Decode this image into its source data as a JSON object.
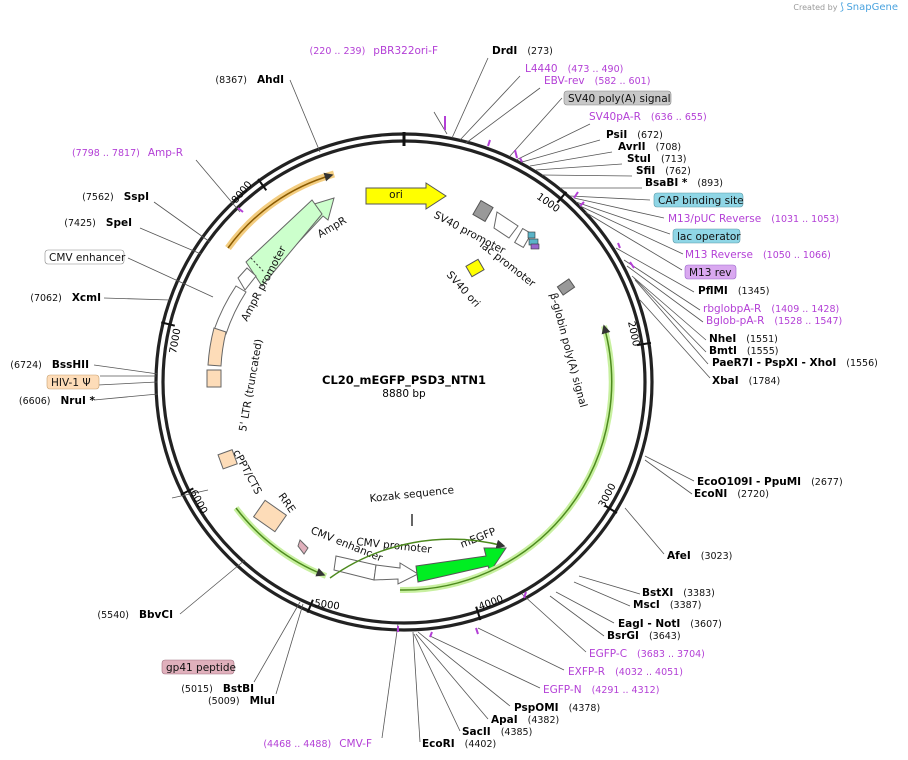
{
  "header": {
    "created_by": "Created by",
    "brand": "SnapGene"
  },
  "plasmid": {
    "name": "CL20_mEGFP_PSD3_NTN1",
    "size": "8880 bp"
  },
  "ticks": [
    "1000",
    "2000",
    "3000",
    "4000",
    "5000",
    "7000",
    "8000",
    "6000"
  ],
  "sites": [
    {
      "name": "DrdI",
      "coord": "(273)"
    },
    {
      "name": "PsiI",
      "coord": "(672)"
    },
    {
      "name": "AvrII",
      "coord": "(708)"
    },
    {
      "name": "StuI",
      "coord": "(713)"
    },
    {
      "name": "SfiI",
      "coord": "(762)"
    },
    {
      "name": "BsaBI *",
      "coord": "(893)"
    },
    {
      "name": "PflMI",
      "coord": "(1345)"
    },
    {
      "name": "NheI",
      "coord": "(1551)"
    },
    {
      "name": "BmtI",
      "coord": "(1555)"
    },
    {
      "name": "PaeR7I  - PspXI  - XhoI",
      "coord": "(1556)"
    },
    {
      "name": "XbaI",
      "coord": "(1784)"
    },
    {
      "name": "EcoO109I  - PpuMI",
      "coord": "(2677)"
    },
    {
      "name": "EcoNI",
      "coord": "(2720)"
    },
    {
      "name": "AfeI",
      "coord": "(3023)"
    },
    {
      "name": "BstXI",
      "coord": "(3383)"
    },
    {
      "name": "MscI",
      "coord": "(3387)"
    },
    {
      "name": "EagI  - NotI",
      "coord": "(3607)"
    },
    {
      "name": "BsrGI",
      "coord": "(3643)"
    },
    {
      "name": "PspOMI",
      "coord": "(4378)"
    },
    {
      "name": "ApaI",
      "coord": "(4382)"
    },
    {
      "name": "SacII",
      "coord": "(4385)"
    },
    {
      "name": "EcoRI",
      "coord": "(4402)"
    },
    {
      "name": "BbvCI",
      "coord": "(5540)"
    },
    {
      "name": "BstBI",
      "coord": "(5015)"
    },
    {
      "name": "MluI",
      "coord": "(5009)"
    },
    {
      "name": "NruI *",
      "coord": "(6606)"
    },
    {
      "name": "BssHII",
      "coord": "(6724)"
    },
    {
      "name": "XcmI",
      "coord": "(7062)"
    },
    {
      "name": "SpeI",
      "coord": "(7425)"
    },
    {
      "name": "SspI",
      "coord": "(7562)"
    },
    {
      "name": "AhdI",
      "coord": "(8367)"
    }
  ],
  "primers": [
    {
      "name": "pBR322ori-F",
      "coord": "(220 .. 239)"
    },
    {
      "name": "L4440",
      "coord": "(473 .. 490)"
    },
    {
      "name": "EBV-rev",
      "coord": "(582 .. 601)"
    },
    {
      "name": "SV40pA-R",
      "coord": "(636 .. 655)"
    },
    {
      "name": "M13/pUC Reverse",
      "coord": "(1031 .. 1053)"
    },
    {
      "name": "M13 Reverse",
      "coord": "(1050 .. 1066)"
    },
    {
      "name": "rbglobpA-R",
      "coord": "(1409 .. 1428)"
    },
    {
      "name": "Bglob-pA-R",
      "coord": "(1528 .. 1547)"
    },
    {
      "name": "EGFP-C",
      "coord": "(3683 .. 3704)"
    },
    {
      "name": "EXFP-R",
      "coord": "(4032 .. 4051)"
    },
    {
      "name": "EGFP-N",
      "coord": "(4291 .. 4312)"
    },
    {
      "name": "CMV-F",
      "coord": "(4468 .. 4488)"
    },
    {
      "name": "Amp-R",
      "coord": "(7798 .. 7817)"
    }
  ],
  "boxed_labels": [
    {
      "text": "SV40 poly(A) signal",
      "fill": "#c8c8c8"
    },
    {
      "text": "CAP binding site",
      "fill": "#8fd6e6"
    },
    {
      "text": "lac operator",
      "fill": "#8fd6e6"
    },
    {
      "text": "M13 rev",
      "fill": "#d9a8f0"
    },
    {
      "text": "CMV enhancer",
      "fill": "#ffffff"
    },
    {
      "text": "HIV-1 Ψ",
      "fill": "#fddcb8"
    },
    {
      "text": "gp41 peptide",
      "fill": "#e0b0bc"
    }
  ],
  "features": [
    {
      "text": "ori"
    },
    {
      "text": "AmpR"
    },
    {
      "text": "AmpR promoter"
    },
    {
      "text": "SV40 promoter"
    },
    {
      "text": "lac promoter"
    },
    {
      "text": "SV40 ori"
    },
    {
      "text": "β-globin poly(A) signal"
    },
    {
      "text": "5' LTR (truncated)"
    },
    {
      "text": "cPPT/CTS"
    },
    {
      "text": "RRE"
    },
    {
      "text": "CMV enhancer"
    },
    {
      "text": "CMV promoter"
    },
    {
      "text": "Kozak sequence"
    },
    {
      "text": "mEGFP"
    }
  ],
  "colors": {
    "primer": "#b33fd6",
    "ori": "#ffff00",
    "ampr": "#ccffcc",
    "egfp": "#00ee22",
    "ltr": "#fddcb8",
    "orf_highlight": "#c8f0a0",
    "ampr_highlight": "#f0c060"
  }
}
